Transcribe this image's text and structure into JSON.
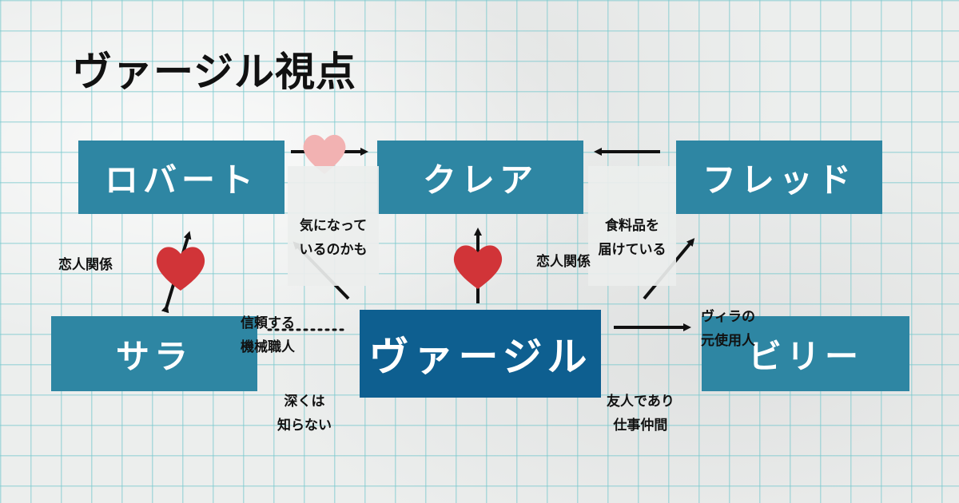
{
  "title": "ヴァージル視点",
  "nodes": {
    "robert": "ロバート",
    "claire": "クレア",
    "fred": "フレッド",
    "sara": "サラ",
    "virgil": "ヴァージル",
    "billy": "ビリー"
  },
  "labels": {
    "robert_claire_1": "気になって",
    "robert_claire_2": "いるのかも",
    "fred_claire_1": "食料品を",
    "fred_claire_2": "届けている",
    "robert_sara": "恋人関係",
    "virgil_robert_1": "信頼する",
    "virgil_robert_2": "機械職人",
    "virgil_claire": "恋人関係",
    "virgil_fred_1": "ヴィラの",
    "virgil_fred_2": "元使用人",
    "virgil_sara_1": "深くは",
    "virgil_sara_2": "知らない",
    "virgil_billy_1": "友人であり",
    "virgil_billy_2": "仕事仲間"
  },
  "colors": {
    "box": "#2e86a3",
    "box_main": "#0e5f90",
    "heart_red": "#d13438",
    "heart_pink": "#f2b2b2",
    "grid": "#78c8cd"
  }
}
